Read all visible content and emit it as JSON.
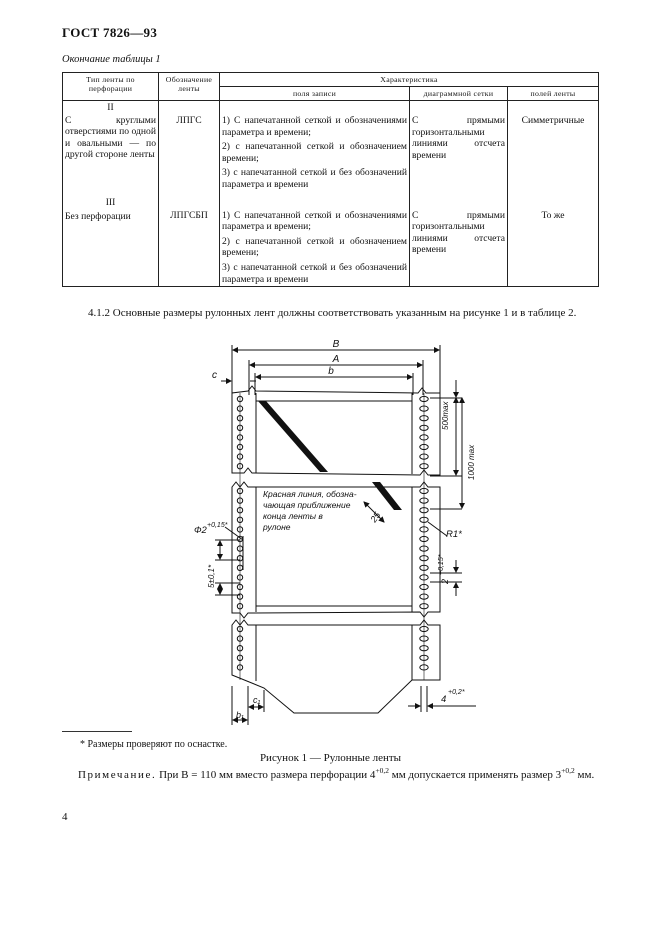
{
  "header": {
    "doc_code": "ГОСТ 7826—93"
  },
  "table_caption": "Окончание таблицы 1",
  "table": {
    "col_type": "Тип ленты по перфорации",
    "col_code": "Обозначение ленты",
    "col_char": "Характеристика",
    "sub_record": "поля записи",
    "sub_grid": "диаграммной сетки",
    "sub_fields": "полей ленты",
    "groups": [
      {
        "roman": "II",
        "type": "С круглыми отверстиями по одной и овальными — по другой стороне ленты",
        "code": "ЛПГС",
        "items": [
          "1) С напечатанной сеткой и обозначениями параметра и времени;",
          "2) с напечатанной сеткой и обозначением времени;",
          "3) с напечатанной сеткой и без обозначений параметра и времени"
        ],
        "grid": "С прямыми горизонтальными линиями отсчета времени",
        "fields": "Симметричные"
      },
      {
        "roman": "III",
        "type": "Без перфорации",
        "code": "ЛПГСБП",
        "items": [
          "1) С напечатанной сеткой и обозначениями параметра и времени;",
          "2) с напечатанной сеткой и обозначением времени;",
          "3) с напечатанной сеткой и без обозначений параметра и времени"
        ],
        "grid": "С прямыми горизонтальными линиями отсчета времени",
        "fields": "То же"
      }
    ]
  },
  "paragraph": "4.1.2 Основные размеры рулонных лент должны соответствовать указанным на рисунке 1 и в таблице 2.",
  "figure": {
    "dim_B": "B",
    "dim_A": "A",
    "dim_b": "b",
    "dim_c": "c",
    "dim_500": "500max",
    "dim_1000": "1000 max",
    "red_line_1": "Красная линия, обозна-",
    "red_line_2": "чающая приближение",
    "red_line_3": "конца ленты в",
    "red_line_4": "рулоне",
    "dim_25": "25",
    "dim_phi": "Ф2",
    "dim_phi_tol": "+0,15*",
    "dim_5": "5±0,1*",
    "dim_R1": "R1*",
    "dim_2": "2",
    "dim_2_tol": "+0,15*",
    "dim_4": "4",
    "dim_4_tol": "+0,2*",
    "dim_c1": "c₁",
    "dim_b1": "b₁"
  },
  "footnote": "* Размеры проверяют по оснастке.",
  "figure_caption": "Рисунок 1 — Рулонные ленты",
  "note": {
    "label": "Примечание.",
    "text1": "При B = 110 мм вместо размера перфорации 4",
    "tol": "+0,2",
    "text2": "мм допускается применять размер 3",
    "text3": "мм."
  },
  "page_number": "4",
  "colors": {
    "ink": "#111111",
    "paper": "#ffffff"
  }
}
